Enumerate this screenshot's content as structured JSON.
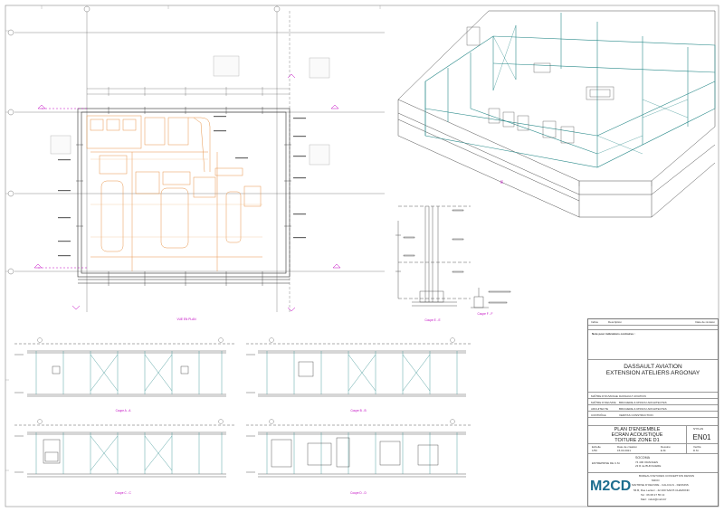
{
  "view_labels": {
    "plan": "VUE EN PLAN",
    "axon": "3D",
    "coupe_a": "Coupe A - A",
    "coupe_b": "Coupe B - B",
    "coupe_c": "Coupe C - C",
    "coupe_d": "Coupe D - D",
    "coupe_e": "Coupe E - E",
    "coupe_f": "Coupe F - F"
  },
  "title_block": {
    "rev_header": {
      "indice": "Indice",
      "description": "Description",
      "date": "Date de révision"
    },
    "notes_title": "Note pour indications contraires :",
    "project_line1": "DASSAULT AVIATION",
    "project_line2": "EXTENSION ATELIERS ARGONAY",
    "parties": [
      {
        "role": "MAÎTRE D'OUVRAGE",
        "name": "DASSAULT AVIATION"
      },
      {
        "role": "MAÎTRE D'OEUVRE",
        "name": "BRUGIERE & RISSOU ARCHITECTES"
      },
      {
        "role": "ARCHITECTE",
        "name": "BRUGIERE & RISSOU ARCHITECTES"
      },
      {
        "role": "CONTRÔLE",
        "name": "VERITAS CONSTRUCTION"
      }
    ],
    "drawing_title": [
      "PLAN D'ENSEMBLE",
      "ECRAN ACOUSTIQUE",
      "TOITURE ZONE D1"
    ],
    "plan_no_label": "N°PLAN",
    "plan_no": "EN01",
    "meta_labels": [
      "Echelle",
      "Date de création",
      "Dessiné",
      "Vérifié"
    ],
    "meta_values": [
      "1/50",
      "15.03.2021",
      "E.M.",
      "D.M."
    ],
    "client": "SOCOMA",
    "client_city": "74 400 ORANGES",
    "client_street": "23 R de BUFOLIERE",
    "contractor_label": "ENTREPRISE DE C.M.",
    "designer_header": "BUREAU D'ETUDES CONCEPTION DESSIN",
    "designer_name": "M2CD",
    "designer_lines": [
      "MAITRISE D'OEUVRE - CALCULS - DESSINS",
      "56 B, Rue Leclerc - 42 400 SAINT-CHAMOND",
      "Tel : 06 08 27 55 13",
      "Mail : m2cd@m2cd.fr"
    ],
    "logo_text": "M2CD"
  },
  "colors": {
    "line": "#3a3a3a",
    "magenta": "#c000c0",
    "orange": "#e8954a",
    "teal": "#2a8a8a",
    "logo": "#1d6d8e"
  }
}
